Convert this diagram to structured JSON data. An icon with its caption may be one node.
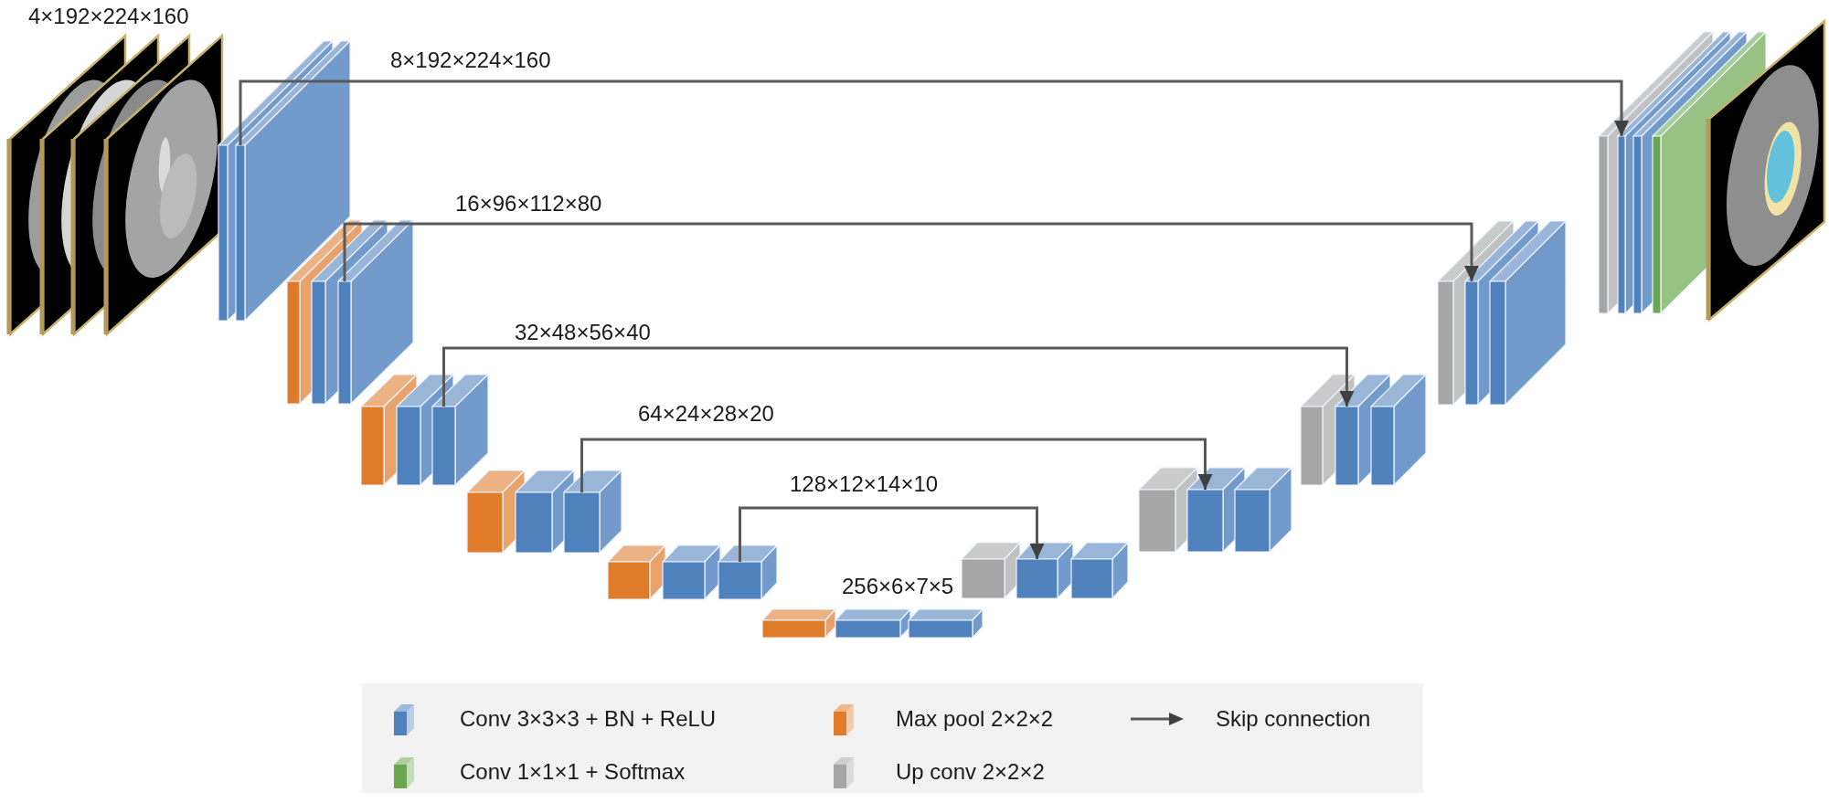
{
  "diagram": {
    "nodes": [
      {
        "text": [],
        "shape": "picture",
        "beside": [
          "4×192×224×160"
        ]
      },
      {
        "text": [],
        "shape": "box"
      },
      {
        "text": [],
        "shape": "box"
      },
      {
        "text": [],
        "shape": "box"
      },
      {
        "text": [],
        "shape": "box"
      },
      {
        "text": [],
        "shape": "box"
      },
      {
        "text": [],
        "shape": "box",
        "beside": [
          "256×6×7×5"
        ]
      },
      {
        "text": [],
        "shape": "box"
      },
      {
        "text": [],
        "shape": "box"
      },
      {
        "text": [],
        "shape": "box"
      },
      {
        "text": [],
        "shape": "box"
      },
      {
        "text": [],
        "shape": "box"
      },
      {
        "text": [],
        "shape": "picture"
      }
    ],
    "edges": [
      {
        "from": 1,
        "to": 11,
        "arrow": "to",
        "label": "8×192×224×160"
      },
      {
        "from": 2,
        "to": 10,
        "arrow": "to",
        "label": "16×96×112×80"
      },
      {
        "from": 3,
        "to": 9,
        "arrow": "to",
        "label": "32×48×56×40"
      },
      {
        "from": 4,
        "to": 8,
        "arrow": "to",
        "label": "64×24×28×20"
      },
      {
        "from": 5,
        "to": 7,
        "arrow": "to",
        "label": "128×12×14×10"
      }
    ],
    "legend": [
      {
        "text": "Conv 3×3×3 + BN + ReLU",
        "color": "#4f81bd"
      },
      {
        "text": "Max pool 2×2×2",
        "color": "#e07b2a"
      },
      {
        "text": "Skip connection"
      },
      {
        "text": "Conv 1×1×1 + Softmax",
        "color": "#6aa84f"
      },
      {
        "text": "Up conv 2×2×2",
        "color": "#a6a6a6"
      }
    ]
  }
}
